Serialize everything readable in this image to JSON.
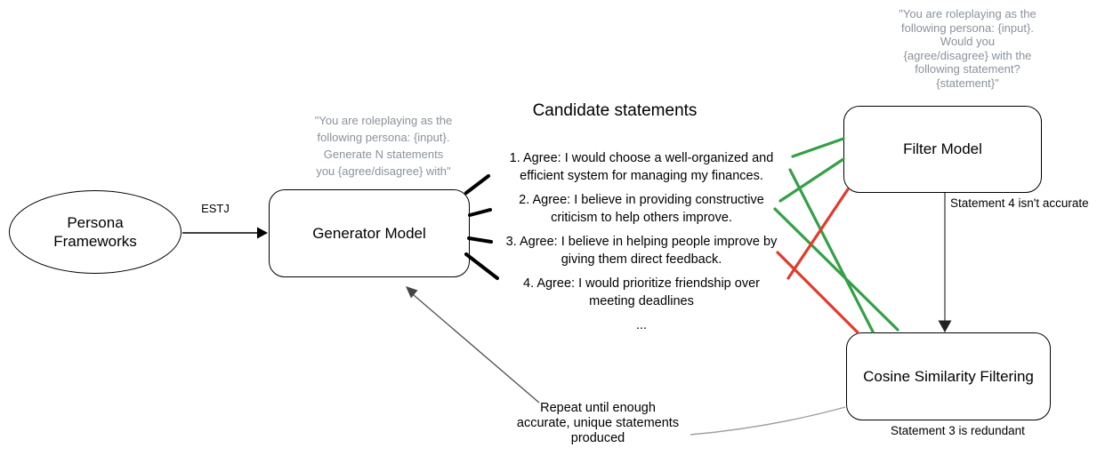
{
  "colors": {
    "accept_green": "#33a047",
    "reject_red": "#e5392c",
    "prompt_gray": "#8b929c",
    "connector_gray": "#9aa0a0",
    "arrow_dark": "#555555",
    "ink": "#000000"
  },
  "persona": {
    "label": "Persona Frameworks"
  },
  "estj_label": "ESTJ",
  "generator": {
    "label": "Generator Model",
    "prompt_lines": [
      "\"You are roleplaying as the",
      "following persona: {input}.",
      "Generate N statements",
      "you {agree/disagree} with\""
    ]
  },
  "filter": {
    "label": "Filter Model",
    "prompt_lines": [
      "\"You are roleplaying as the",
      "following persona: {input}.",
      "Would you",
      "{agree/disagree} with the",
      "following statement?",
      "{statement}\""
    ],
    "verdict": "Statement 4 isn't accurate"
  },
  "cosine": {
    "label": "Cosine Similarity Filtering",
    "verdict": "Statement 3 is redundant"
  },
  "candidates": {
    "title": "Candidate statements",
    "items": [
      {
        "lines": [
          "1. Agree: I would choose a well-organized and",
          "efficient system for managing my finances."
        ]
      },
      {
        "lines": [
          "2. Agree: I believe in providing constructive",
          "criticism to help others improve."
        ]
      },
      {
        "lines": [
          "3. Agree: I believe in helping people improve by",
          "giving them direct feedback."
        ]
      },
      {
        "lines": [
          "4. Agree: I would prioritize friendship over",
          "meeting deadlines"
        ]
      }
    ],
    "ellipsis": "..."
  },
  "repeat_note_lines": [
    "Repeat until enough",
    "accurate, unique statements",
    "produced"
  ]
}
